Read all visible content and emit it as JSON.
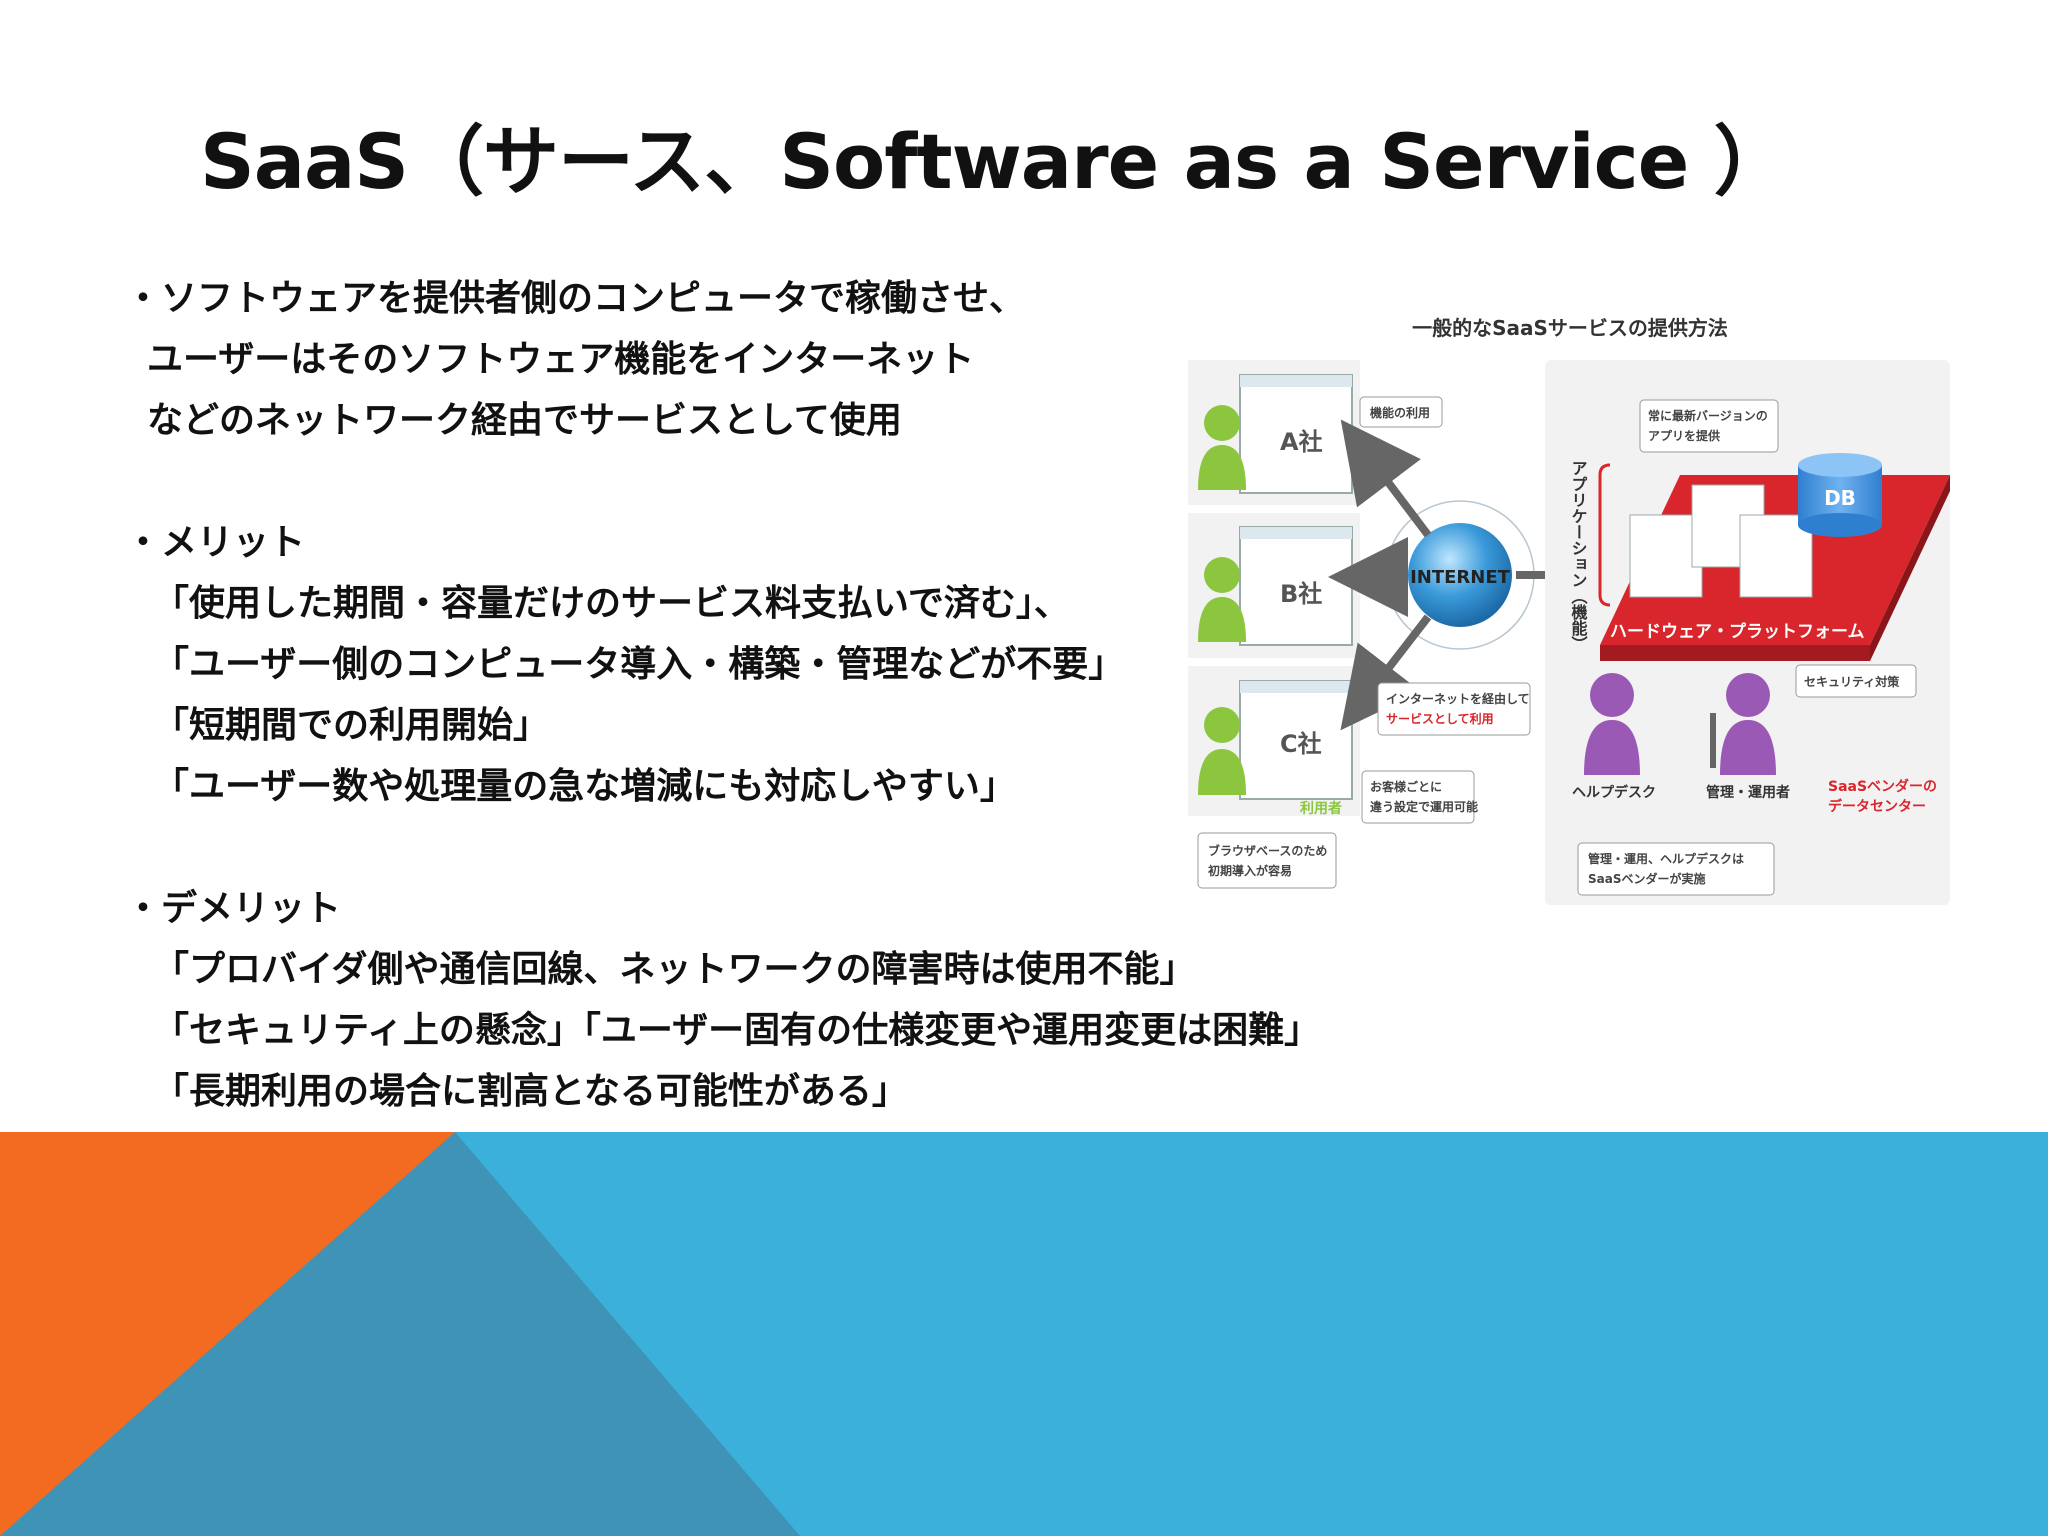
{
  "title": "SaaS（サース、Software as a Service ）",
  "sections": {
    "definition": {
      "lines": [
        "・ソフトウェアを提供者側のコンピュータで稼働させ、",
        "ユーザーはそのソフトウェア機能をインターネット",
        "などのネットワーク経由でサービスとして使用"
      ]
    },
    "merits": {
      "heading": "・メリット",
      "items": [
        "「使用した期間・容量だけのサービス料支払いで済む」、",
        "「ユーザー側のコンピュータ導入・構築・管理などが不要」",
        "「短期間での利用開始」",
        "「ユーザー数や処理量の急な増減にも対応しやすい」"
      ]
    },
    "demerits": {
      "heading": "・デメリット",
      "items": [
        "「プロバイダ側や通信回線、ネットワークの障害時は使用不能」",
        "「セキュリティ上の懸念」「ユーザー固有の仕様変更や運用変更は困難」",
        "「長期利用の場合に割高となる可能性がある」"
      ]
    }
  },
  "diagram": {
    "caption": "一般的なSaaSサービスの提供方法",
    "companies": [
      "A社",
      "B社",
      "C社"
    ],
    "user_label": "利用者",
    "callout_feature_use": "機能の利用",
    "callout_internet": [
      "インターネットを経由して",
      "サービスとして利用"
    ],
    "callout_settings": [
      "お客様ごとに",
      "違う設定で運用可能"
    ],
    "callout_browser": [
      "ブラウザベースのため",
      "初期導入が容易"
    ],
    "internet_label": "INTERNET",
    "callout_latest": [
      "常に最新バージョンの",
      "アプリを提供"
    ],
    "app_label": "アプリケーション（機能）",
    "db_label": "DB",
    "platform_label": "ハードウェア・プラットフォーム",
    "security_label": "セキュリティ対策",
    "helpdesk_label": "ヘルプデスク",
    "ops_label": "管理・運用者",
    "vendor_label": [
      "SaaSベンダーの",
      "データセンター"
    ],
    "callout_ops": [
      "管理・運用、ヘルプデスクは",
      "SaaSベンダーが実施"
    ],
    "colors": {
      "orange": "#F26B21",
      "teal_dark": "#3E93B6",
      "sky": "#3AB0DB",
      "green": "#8CC63F",
      "purple": "#9B59B6",
      "red": "#D9262C",
      "globe": "#3A9AD9"
    }
  }
}
